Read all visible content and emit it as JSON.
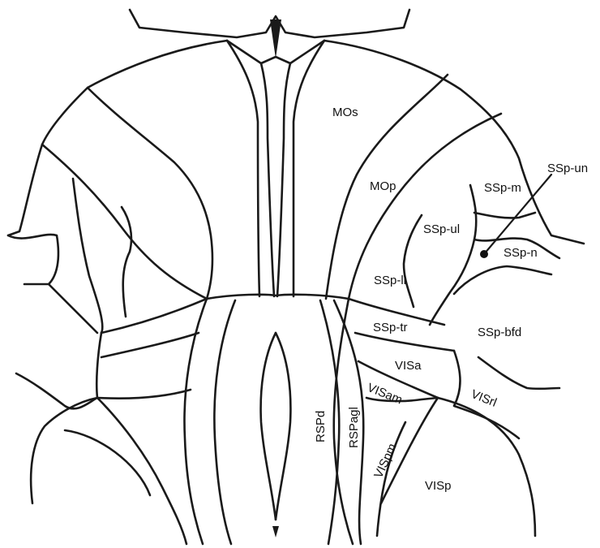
{
  "diagram": {
    "regions": {
      "mos": "MOs",
      "mop": "MOp",
      "ssp_m": "SSp-m",
      "ssp_un": "SSp-un",
      "ssp_ul": "SSp-ul",
      "ssp_n": "SSp-n",
      "ssp_ll": "SSp-ll",
      "ssp_tr": "SSp-tr",
      "ssp_bfd": "SSp-bfd",
      "visa": "VISa",
      "visam": "VISam",
      "visrl": "VISrl",
      "rspd": "RSPd",
      "rspagl": "RSPagl",
      "vispm": "VISpm",
      "visp": "VISp"
    },
    "colors": {
      "line": "#1a1a1a",
      "background": "#ffffff"
    }
  }
}
